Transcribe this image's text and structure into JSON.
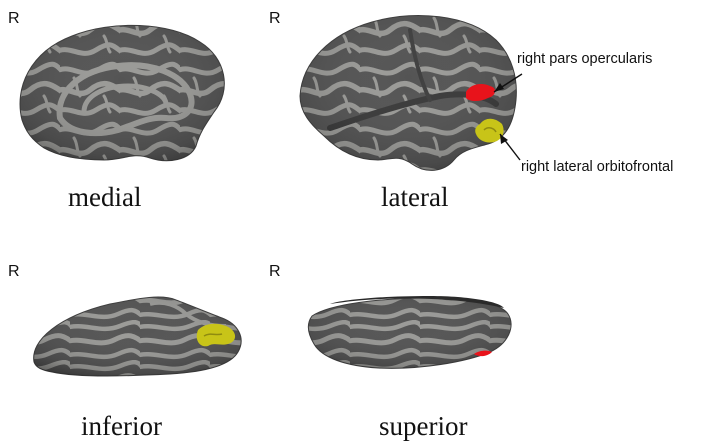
{
  "figure": {
    "hemisphere_marker": "R",
    "views": [
      {
        "id": "medial",
        "label": "medial"
      },
      {
        "id": "lateral",
        "label": "lateral"
      },
      {
        "id": "inferior",
        "label": "inferior"
      },
      {
        "id": "superior",
        "label": "superior"
      }
    ],
    "annotations": [
      {
        "label": "right pars opercularis",
        "color": "#e8131b"
      },
      {
        "label": "right lateral orbitofrontal",
        "color": "#c8c418"
      }
    ]
  },
  "colors": {
    "gyri": "#9a9a97",
    "sulci": "#545454",
    "outline": "#3e3e3e",
    "pars_opercularis": "#e8131b",
    "lateral_orbitofrontal": "#c8c418"
  },
  "icons": [
    "arrow-icon"
  ]
}
